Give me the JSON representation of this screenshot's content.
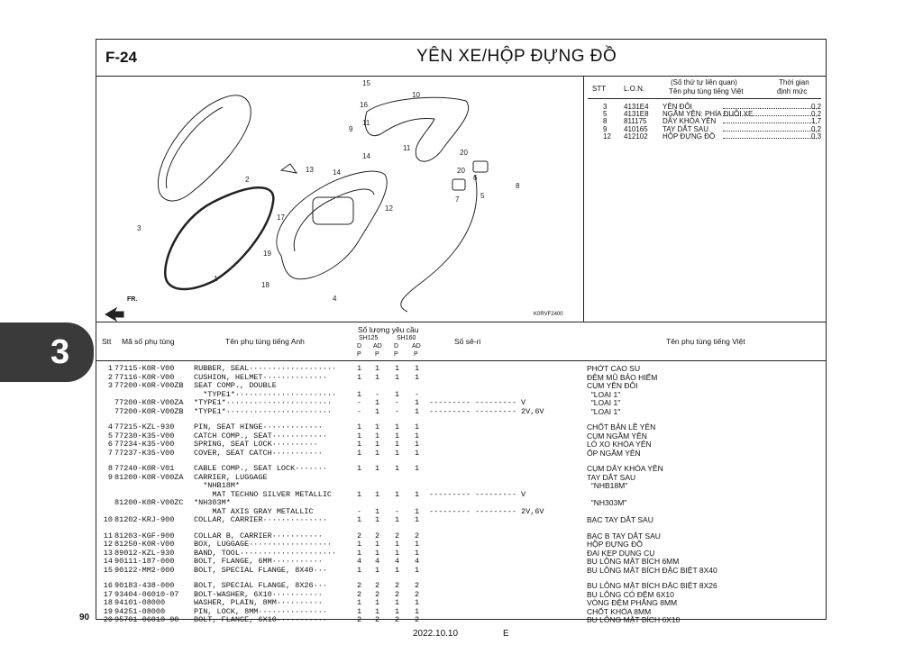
{
  "header": {
    "code": "F-24",
    "title": "YÊN XE/HỘP ĐỰNG ĐỒ"
  },
  "diagram": {
    "callouts": [
      "1",
      "2",
      "3",
      "4",
      "5",
      "6",
      "7",
      "8",
      "9",
      "10",
      "11",
      "11",
      "12",
      "13",
      "14",
      "14",
      "15",
      "16",
      "17",
      "18",
      "19",
      "20",
      "20"
    ],
    "direction_label": "FR.",
    "figure_code": "K0RVF2400"
  },
  "reference_table": {
    "headers": {
      "stt": "STT",
      "lon": "L.O.N.",
      "note_line1": "(Số thứ tự liên quan)",
      "note_line2": "Tên phụ tùng tiếng Việt",
      "time_line1": "Thời gian",
      "time_line2": "định mức"
    },
    "rows": [
      {
        "stt": "3",
        "lon": "4131E4",
        "name": "YÊN ĐÔI",
        "time": "0,2"
      },
      {
        "stt": "5",
        "lon": "4131E8",
        "name": "NGẦM YÊN: PHÍA ĐUÔI XE",
        "time": "0,2"
      },
      {
        "stt": "8",
        "lon": "811175",
        "name": "DÂY KHÓA YÊN",
        "time": "1,7"
      },
      {
        "stt": "9",
        "lon": "410165",
        "name": "TAY DẮT SAU",
        "time": "0,2"
      },
      {
        "stt": "12",
        "lon": "412102",
        "name": "HỘP ĐỰNG ĐỒ",
        "time": "0,3"
      }
    ]
  },
  "parts_table": {
    "headers": {
      "stt": "Stt",
      "part_no": "Mã số phụ tùng",
      "name_en": "Tên phụ tùng tiếng Anh",
      "qty": "Số lượng yêu cầu",
      "sh125": "SH125",
      "sh160": "SH160",
      "col_d": "D",
      "col_ad": "AD",
      "col_p": "P",
      "serial": "Số sê-ri",
      "name_vi": "Tên phụ tùng tiếng Việt"
    },
    "rows": [
      {
        "stt": "1",
        "part": "77115-K0R-V00",
        "en": "RUBBER, SEAL···················",
        "q1": "1",
        "q2": "1",
        "q3": "1",
        "q4": "1",
        "serial": "",
        "vi": "PHỚT CAO SU"
      },
      {
        "stt": "2",
        "part": "77116-K0R-V00",
        "en": "CUSHION, HELMET··············",
        "q1": "1",
        "q2": "1",
        "q3": "1",
        "q4": "1",
        "serial": "",
        "vi": "ĐỆM MŨ BẢO HIỂM"
      },
      {
        "stt": "3",
        "part": "77200-K0R-V00ZB",
        "en": "SEAT COMP., DOUBLE",
        "q1": "",
        "q2": "",
        "q3": "",
        "q4": "",
        "serial": "",
        "vi": "CỤM YÊN ĐÔI"
      },
      {
        "stt": "",
        "part": "",
        "en": "  *TYPE1*······················",
        "q1": "1",
        "q2": "-",
        "q3": "1",
        "q4": "-",
        "serial": "",
        "vi": "  \"LOẠI 1\""
      },
      {
        "stt": "",
        "part": "77200-K0R-V00ZA",
        "en": "*TYPE1*·······················",
        "q1": "-",
        "q2": "1",
        "q3": "-",
        "q4": "1",
        "serial": "--------- --------- V",
        "vi": "  \"LOẠI 1\""
      },
      {
        "stt": "",
        "part": "77200-K0R-V00ZB",
        "en": "*TYPE1*·······················",
        "q1": "-",
        "q2": "1",
        "q3": "-",
        "q4": "1",
        "serial": "--------- --------- 2V,6V",
        "vi": "  \"LOẠI 1\""
      },
      {
        "stt": "4",
        "part": "77215-KZL-930",
        "en": "PIN, SEAT HINGE·············",
        "q1": "1",
        "q2": "1",
        "q3": "1",
        "q4": "1",
        "serial": "",
        "vi": "CHỐT BẢN LỀ YÊN"
      },
      {
        "stt": "5",
        "part": "77230-K35-V00",
        "en": "CATCH COMP., SEAT············",
        "q1": "1",
        "q2": "1",
        "q3": "1",
        "q4": "1",
        "serial": "",
        "vi": "CỤM NGẦM YÊN"
      },
      {
        "stt": "6",
        "part": "77234-K35-V00",
        "en": "SPRING, SEAT LOCK··········",
        "q1": "1",
        "q2": "1",
        "q3": "1",
        "q4": "1",
        "serial": "",
        "vi": "LÒ XO KHÓA YÊN"
      },
      {
        "stt": "7",
        "part": "77237-K35-V00",
        "en": "COVER, SEAT CATCH···········",
        "q1": "1",
        "q2": "1",
        "q3": "1",
        "q4": "1",
        "serial": "",
        "vi": "ỐP NGẦM YÊN"
      },
      {
        "stt": "8",
        "part": "77240-K0R-V01",
        "en": "CABLE COMP., SEAT LOCK·······",
        "q1": "1",
        "q2": "1",
        "q3": "1",
        "q4": "1",
        "serial": "",
        "vi": "CỤM DÂY KHÓA YÊN"
      },
      {
        "stt": "9",
        "part": "81200-K0R-V00ZA",
        "en": "CARRIER, LUGGAGE",
        "q1": "",
        "q2": "",
        "q3": "",
        "q4": "",
        "serial": "",
        "vi": "TAY DẮT SAU"
      },
      {
        "stt": "",
        "part": "",
        "en": "  *NHB18M*",
        "q1": "",
        "q2": "",
        "q3": "",
        "q4": "",
        "serial": "",
        "vi": "  \"NHB18M\""
      },
      {
        "stt": "",
        "part": "",
        "en": "    MAT TECHNO SILVER METALLIC",
        "q1": "1",
        "q2": "1",
        "q3": "1",
        "q4": "1",
        "serial": "--------- --------- V",
        "vi": ""
      },
      {
        "stt": "",
        "part": "81200-K0R-V00ZC",
        "en": "*NH303M*",
        "q1": "",
        "q2": "",
        "q3": "",
        "q4": "",
        "serial": "",
        "vi": "  \"NH303M\""
      },
      {
        "stt": "",
        "part": "",
        "en": "    MAT AXIS GRAY METALLIC",
        "q1": "-",
        "q2": "1",
        "q3": "-",
        "q4": "1",
        "serial": "--------- --------- 2V,6V",
        "vi": ""
      },
      {
        "stt": "10",
        "part": "81202-KRJ-900",
        "en": "COLLAR, CARRIER··············",
        "q1": "1",
        "q2": "1",
        "q3": "1",
        "q4": "1",
        "serial": "",
        "vi": "BẠC TAY DẮT SAU"
      },
      {
        "stt": "11",
        "part": "81203-KGF-900",
        "en": "COLLAR B, CARRIER···········",
        "q1": "2",
        "q2": "2",
        "q3": "2",
        "q4": "2",
        "serial": "",
        "vi": "BẠC B TAY DẮT SAU"
      },
      {
        "stt": "12",
        "part": "81250-K0R-V00",
        "en": "BOX, LUGGAGE··················",
        "q1": "1",
        "q2": "1",
        "q3": "1",
        "q4": "1",
        "serial": "",
        "vi": "HỘP ĐỰNG ĐỒ"
      },
      {
        "stt": "13",
        "part": "89012-KZL-930",
        "en": "BAND, TOOL·····················",
        "q1": "1",
        "q2": "1",
        "q3": "1",
        "q4": "1",
        "serial": "",
        "vi": "ĐAI KẸP DỤNG CỤ"
      },
      {
        "stt": "14",
        "part": "90111-187-000",
        "en": "BOLT, FLANGE, 6MM···········",
        "q1": "4",
        "q2": "4",
        "q3": "4",
        "q4": "4",
        "serial": "",
        "vi": "BU LÔNG MẶT BÍCH 6MM"
      },
      {
        "stt": "15",
        "part": "90122-MM2-000",
        "en": "BOLT, SPECIAL FLANGE, 8X40···",
        "q1": "1",
        "q2": "1",
        "q3": "1",
        "q4": "1",
        "serial": "",
        "vi": "BU LÔNG MẶT BÍCH ĐẶC BIỆT 8X40"
      },
      {
        "stt": "16",
        "part": "90183-438-000",
        "en": "BOLT, SPECIAL FLANGE, 8X26···",
        "q1": "2",
        "q2": "2",
        "q3": "2",
        "q4": "2",
        "serial": "",
        "vi": "BU LÔNG MẶT BÍCH ĐẶC BIỆT 8X26"
      },
      {
        "stt": "17",
        "part": "93404-06010-07",
        "en": "BOLT-WASHER, 6X10···········",
        "q1": "2",
        "q2": "2",
        "q3": "2",
        "q4": "2",
        "serial": "",
        "vi": "BU LÔNG CÓ ĐỆM 6X10"
      },
      {
        "stt": "18",
        "part": "94101-08000",
        "en": "WASHER, PLAIN, 8MM··········",
        "q1": "1",
        "q2": "1",
        "q3": "1",
        "q4": "1",
        "serial": "",
        "vi": "VÒNG ĐỆM PHẲNG 8MM"
      },
      {
        "stt": "19",
        "part": "94251-08000",
        "en": "PIN, LOCK, 8MM···············",
        "q1": "1",
        "q2": "1",
        "q3": "1",
        "q4": "1",
        "serial": "",
        "vi": "CHỐT KHÓA 8MM"
      },
      {
        "stt": "20",
        "part": "95701-06010-00",
        "en": "BOLT, FLANGE, 6X10···········",
        "q1": "2",
        "q2": "2",
        "q3": "2",
        "q4": "2",
        "serial": "",
        "vi": "BU LÔNG MẶT BÍCH 6X10"
      }
    ]
  },
  "side_tab": {
    "label": "3"
  },
  "footer": {
    "page": "90",
    "date": "2022.10.10",
    "edition": "E"
  }
}
